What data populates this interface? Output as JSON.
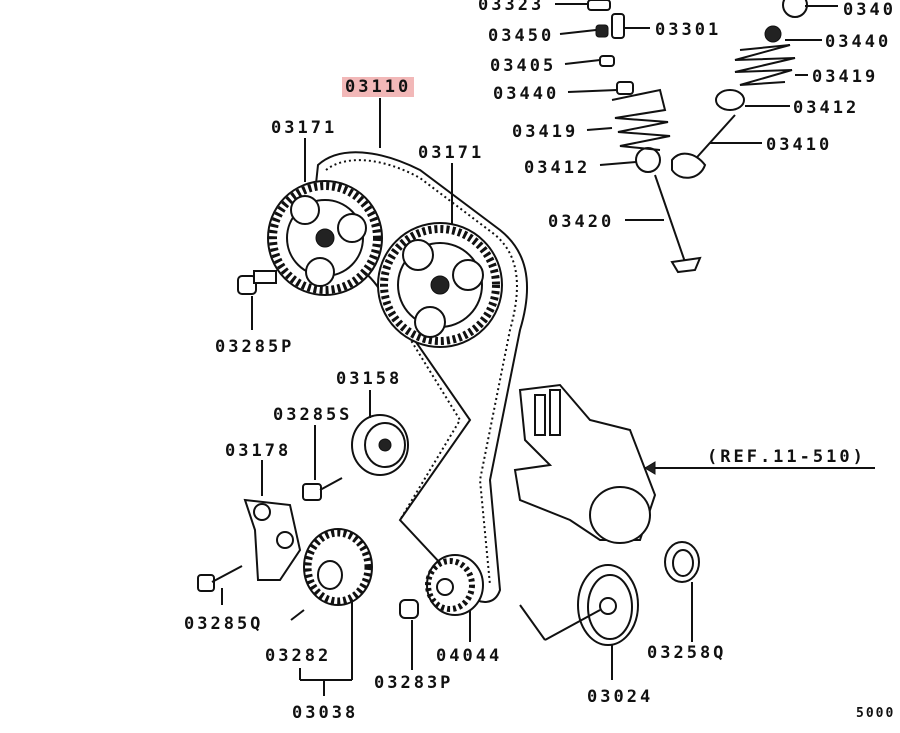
{
  "labels": {
    "p03323": "03323",
    "p0340_top": "0340",
    "p03450": "03450",
    "p03301": "03301",
    "p03440_right": "03440",
    "p03405": "03405",
    "p03419_right": "03419",
    "p03440_left": "03440",
    "p03412_right": "03412",
    "p03110": "03110",
    "p03419_left": "03419",
    "p03410": "03410",
    "p03171_left": "03171",
    "p03412_left": "03412",
    "p03171_right": "03171",
    "p03420": "03420",
    "p03285P": "03285P",
    "p03158": "03158",
    "p03285S": "03285S",
    "ref": "(REF.11-510)",
    "p03178": "03178",
    "p03285Q": "03285Q",
    "p03258Q": "03258Q",
    "p03282": "03282",
    "p04044": "04044",
    "p03283P": "03283P",
    "p03024": "03024",
    "p03038": "03038",
    "fig_id": "5000"
  },
  "colors": {
    "highlight": "#f2b8b8",
    "line": "#111111"
  }
}
